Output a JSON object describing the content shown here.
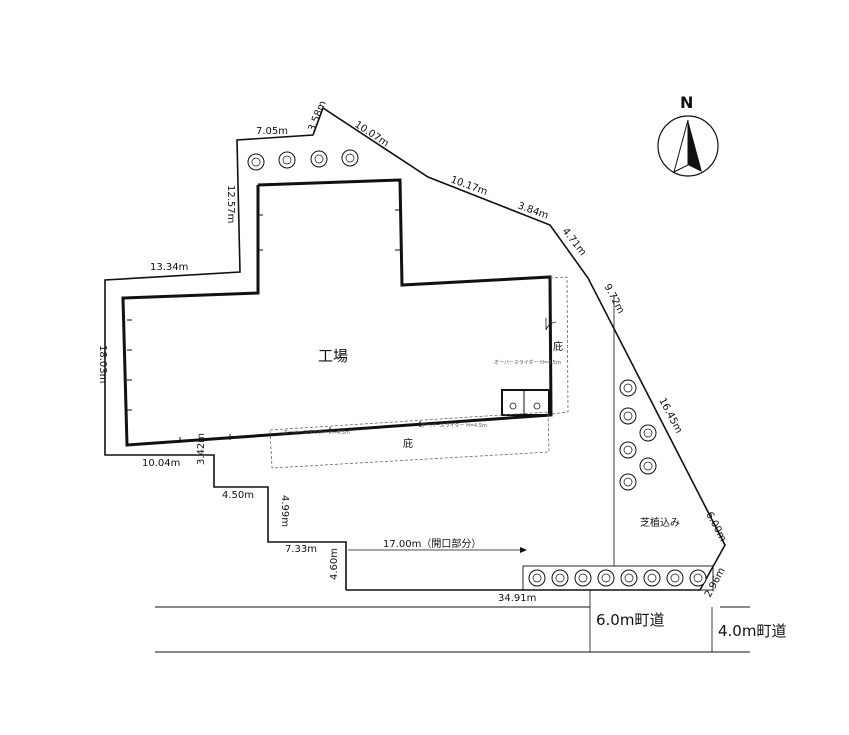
{
  "compass": {
    "north_label": "N"
  },
  "building": {
    "label": "工場"
  },
  "canopy": {
    "label_large": "庇",
    "label_small": "庇"
  },
  "shutters": {
    "label_1": "オーバースライダー H=4.5m",
    "label_2": "オーバースライダー H=4.5m",
    "label_3": "オーバースライダー H=4.5m"
  },
  "planting": {
    "label": "芝植込み"
  },
  "opening": {
    "label": "17.00m（開口部分）"
  },
  "roads": {
    "road_front": "6.0m町道",
    "road_side": "4.0m町道"
  },
  "dimensions": {
    "d_7_05": "7.05m",
    "d_3_58": "3.58m",
    "d_10_07": "10.07m",
    "d_10_17": "10.17m",
    "d_3_84": "3.84m",
    "d_4_71": "4.71m",
    "d_9_72": "9.72m",
    "d_12_57": "12.57m",
    "d_13_34": "13.34m",
    "d_left": "18.03m",
    "d_10_04": "10.04m",
    "d_3_42": "3.42m",
    "d_4_50": "4.50m",
    "d_4_99": "4.99m",
    "d_7_33": "7.33m",
    "d_4_60": "4.60m",
    "d_34_91": "34.91m",
    "d_16_45": "16.45m",
    "d_6_00": "6.00m",
    "d_2_96": "2.96m"
  }
}
